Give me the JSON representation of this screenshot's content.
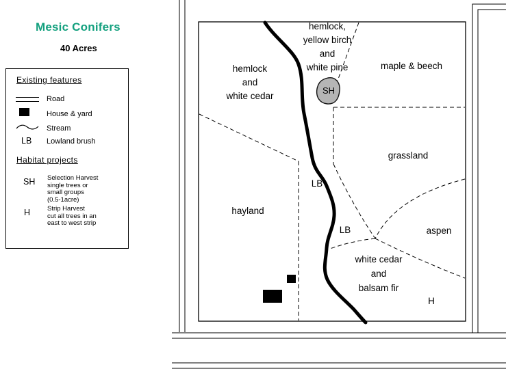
{
  "title": {
    "text": "Mesic Conifers",
    "acres": "40 Acres"
  },
  "legend": {
    "existing_title": "Existing features",
    "items": [
      {
        "label": "Road"
      },
      {
        "label": "House & yard"
      },
      {
        "label": "Stream"
      },
      {
        "code": "LB",
        "label": "Lowland brush"
      }
    ],
    "habitat_title": "Habitat projects",
    "projects": [
      {
        "code": "SH",
        "desc": [
          "Selection Harvest",
          "single trees or",
          "small groups",
          "(0.5-1acre)"
        ]
      },
      {
        "code": "H",
        "desc": [
          "Strip Harvest",
          "cut all trees in an",
          "east to west strip"
        ]
      }
    ]
  },
  "map": {
    "zones": [
      {
        "id": "hemlock-white-cedar",
        "lines": [
          "hemlock",
          "and",
          "white cedar"
        ]
      },
      {
        "id": "hemlock-yellow-birch-white-pine",
        "lines": [
          "hemlock,",
          "yellow birch",
          "and",
          "white pine"
        ]
      },
      {
        "id": "maple-beech",
        "lines": [
          "maple & beech"
        ]
      },
      {
        "id": "grassland",
        "lines": [
          "grassland"
        ]
      },
      {
        "id": "lowland-brush-west",
        "lines": [
          "LB"
        ]
      },
      {
        "id": "hayland",
        "lines": [
          "hayland"
        ]
      },
      {
        "id": "lowland-brush-east",
        "lines": [
          "LB"
        ]
      },
      {
        "id": "aspen",
        "lines": [
          "aspen"
        ]
      },
      {
        "id": "white-cedar-balsam-fir",
        "lines": [
          "white cedar",
          "and",
          "balsam fir"
        ]
      },
      {
        "id": "strip-harvest-area",
        "lines": [
          "H"
        ]
      }
    ],
    "sh_marker": "SH"
  },
  "colors": {
    "title": "#13a07e",
    "blob": "#b5b5b5"
  }
}
